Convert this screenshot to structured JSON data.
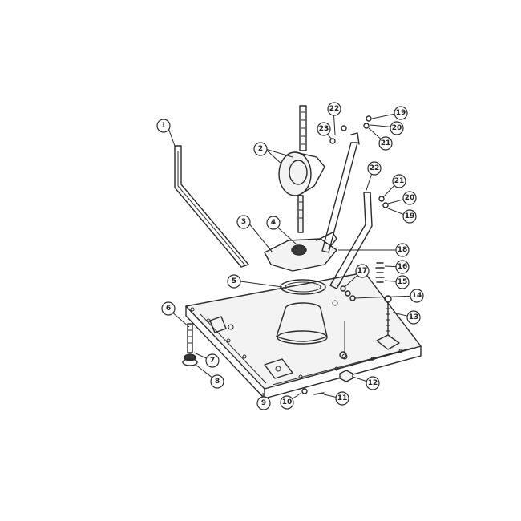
{
  "callouts": [
    {
      "id": "c1",
      "label": "1"
    },
    {
      "id": "c2",
      "label": "2"
    },
    {
      "id": "c3",
      "label": "3"
    },
    {
      "id": "c4",
      "label": "4"
    },
    {
      "id": "c5",
      "label": "5"
    },
    {
      "id": "c6",
      "label": "6"
    },
    {
      "id": "c7",
      "label": "7"
    },
    {
      "id": "c8",
      "label": "8"
    },
    {
      "id": "c9",
      "label": "9"
    },
    {
      "id": "c10",
      "label": "10"
    },
    {
      "id": "c11",
      "label": "11"
    },
    {
      "id": "c12",
      "label": "12"
    },
    {
      "id": "c13",
      "label": "13"
    },
    {
      "id": "c14",
      "label": "14"
    },
    {
      "id": "c15",
      "label": "15"
    },
    {
      "id": "c16",
      "label": "16"
    },
    {
      "id": "c17",
      "label": "17"
    },
    {
      "id": "c18",
      "label": "18"
    },
    {
      "id": "c19a",
      "label": "19"
    },
    {
      "id": "c19b",
      "label": "19"
    },
    {
      "id": "c20a",
      "label": "20"
    },
    {
      "id": "c20b",
      "label": "20"
    },
    {
      "id": "c21a",
      "label": "21"
    },
    {
      "id": "c21b",
      "label": "21"
    },
    {
      "id": "c22a",
      "label": "22"
    },
    {
      "id": "c22b",
      "label": "22"
    },
    {
      "id": "c23",
      "label": "23"
    }
  ]
}
